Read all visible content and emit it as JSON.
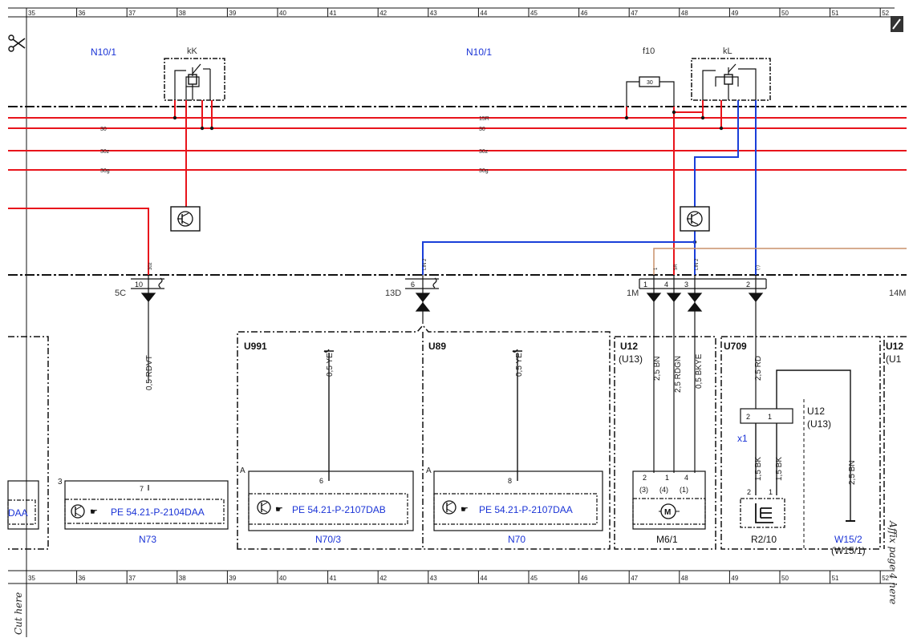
{
  "ruler": [
    "35",
    "36",
    "37",
    "38",
    "39",
    "40",
    "41",
    "42",
    "43",
    "44",
    "45",
    "46",
    "47",
    "48",
    "49",
    "50",
    "51",
    "52"
  ],
  "labels": {
    "n10_left": "N10/1",
    "n10_mid": "N10/1",
    "kK": "kK",
    "kL": "kL",
    "f10": "f10",
    "fuse_value": "30",
    "bus_15R": "15R",
    "bus_30": "30",
    "bus_30z": "30z",
    "bus_30g": "30g",
    "conn_5C": "5C",
    "conn_13D": "13D",
    "conn_1M": "1M",
    "conn_14M": "14M",
    "pin_30z": "30z",
    "pin_lin2": "LIN 2",
    "pin_1": "1",
    "pin_5r": "5R",
    "pin_minus": "(-)",
    "p10": "10",
    "p6": "6",
    "p1": "1",
    "p4": "4",
    "p3": "3",
    "p2": "2"
  },
  "wires": {
    "w_rdvt": "0,5 RDVT",
    "w_ye1": "0,5 YE",
    "w_ye2": "0,5 YE",
    "w_bn": "2,5 BN",
    "w_rdgn": "2,5 RDGN",
    "w_bkye": "0,5 BKYE",
    "w_rd": "2,5 RD",
    "w_bk1": "1,5 BK",
    "w_bk2": "1,5 BK",
    "w_bn2": "2,5 BN"
  },
  "components": {
    "left_cut": "DAA",
    "n73_pin": "7",
    "n73_num": "3",
    "n73_ref": "PE 54.21-P-2104DAA",
    "n73_name": "N73",
    "u991": "U991",
    "n703_pin": "6",
    "n703_ref": "PE 54.21-P-2107DAB",
    "n703_name": "N70/3",
    "u89": "U89",
    "n70_pin": "8",
    "n70_ref": "PE 54.21-P-2107DAA",
    "n70_name": "N70",
    "u12": "U12",
    "u13": "(U13)",
    "m61_pins": [
      "2",
      "1",
      "4"
    ],
    "m61_sub": [
      "(3)",
      "(4)",
      "(1)"
    ],
    "m61_name": "M6/1",
    "u709": "U709",
    "x1": "x1",
    "x1_pins": [
      "2",
      "1"
    ],
    "r210_pins": [
      "2",
      "1"
    ],
    "r210_name": "R2/10",
    "u12b": "U12",
    "u13b": "(U13)",
    "w152": "W15/2",
    "w151": "(W15/1)",
    "u12_right": "U12",
    "u1_right": "(U1",
    "bottom_a": "A",
    "bottom_a2": "A"
  },
  "side_text": {
    "cut_here": "Cut here",
    "affix": "Affix page 4 here"
  },
  "colors": {
    "red": "#e8141b",
    "blue": "#1a3fd9",
    "brown": "#c8916a",
    "label_blue": "#1a33d6"
  }
}
